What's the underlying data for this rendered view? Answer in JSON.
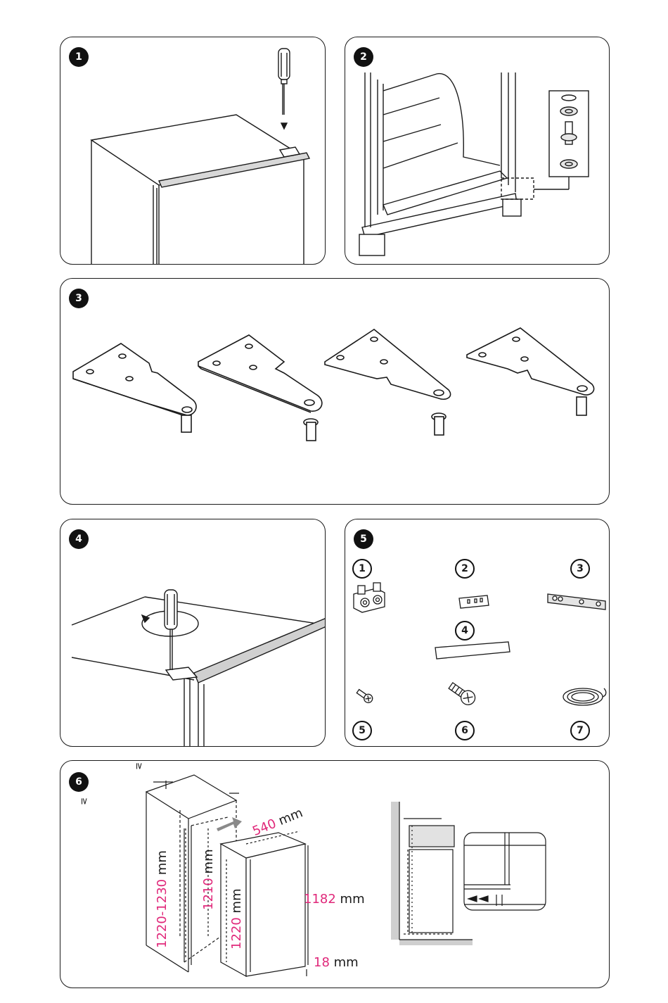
{
  "steps": [
    "1",
    "2",
    "3",
    "4",
    "5",
    "6"
  ],
  "parts": [
    "1",
    "2",
    "3",
    "4",
    "5",
    "6",
    "7"
  ],
  "dimensions": {
    "niche_height": {
      "value": "1220-1230",
      "unit": "mm"
    },
    "inner_height": {
      "value": "1210",
      "unit": "mm"
    },
    "door_height": {
      "value": "1220",
      "unit": "mm"
    },
    "depth": {
      "value": "540",
      "unit": "mm"
    },
    "appliance_height": {
      "value": "1182",
      "unit": "mm"
    },
    "plinth": {
      "value": "18",
      "unit": "mm"
    }
  },
  "symbols": {
    "min_a": "≥",
    "min_b": "≥"
  },
  "colors": {
    "dimension_accent": "#e0287a",
    "line": "#1a1a1a"
  }
}
